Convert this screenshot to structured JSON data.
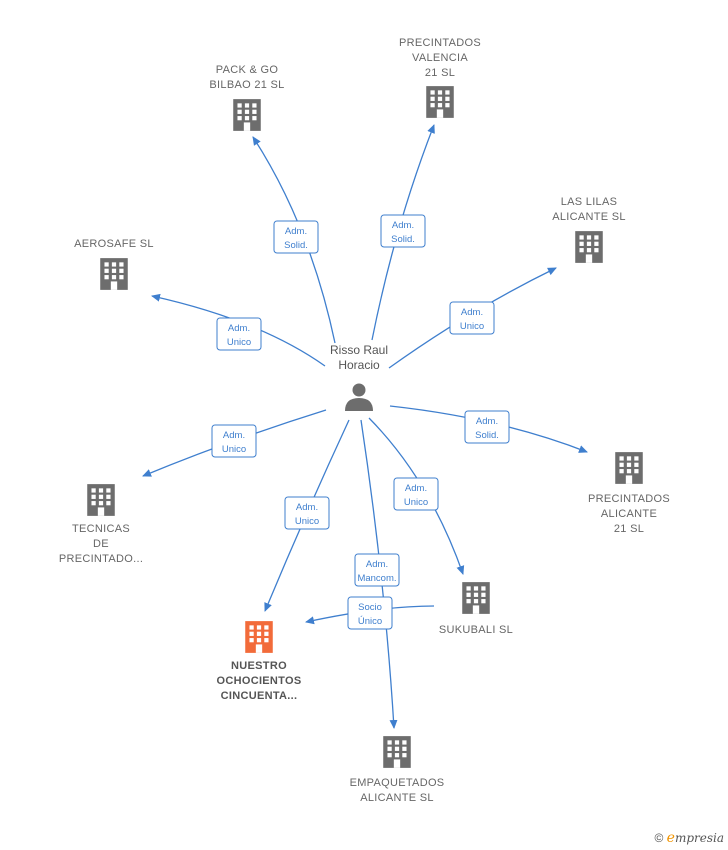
{
  "person": {
    "name_lines": [
      "Risso Raul",
      "Horacio"
    ],
    "icon": "person-icon"
  },
  "colors": {
    "edge": "#3f7fce",
    "company": "#6d6d6d",
    "highlight": "#f26b3a"
  },
  "companies": [
    {
      "id": "pack-go",
      "lines": [
        "PACK & GO",
        "BILBAO 21  SL"
      ],
      "highlight": false,
      "edge_label": [
        "Adm.",
        "Solid."
      ]
    },
    {
      "id": "precintados-valencia",
      "lines": [
        "PRECINTADOS",
        "VALENCIA",
        "21  SL"
      ],
      "highlight": false,
      "edge_label": [
        "Adm.",
        "Solid."
      ]
    },
    {
      "id": "las-lilas",
      "lines": [
        "LAS LILAS",
        "ALICANTE  SL"
      ],
      "highlight": false,
      "edge_label": [
        "Adm.",
        "Unico"
      ]
    },
    {
      "id": "aerosafe",
      "lines": [
        "AEROSAFE  SL"
      ],
      "highlight": false,
      "edge_label": [
        "Adm.",
        "Unico"
      ]
    },
    {
      "id": "precintados-alicante",
      "lines": [
        "PRECINTADOS",
        "ALICANTE",
        "21  SL"
      ],
      "highlight": false,
      "edge_label": [
        "Adm.",
        "Solid."
      ]
    },
    {
      "id": "tecnicas",
      "lines": [
        "TECNICAS",
        "DE",
        "PRECINTADO..."
      ],
      "highlight": false,
      "edge_label": [
        "Adm.",
        "Unico"
      ]
    },
    {
      "id": "sukubali",
      "lines": [
        "SUKUBALI  SL"
      ],
      "highlight": false,
      "edge_label": [
        "Adm.",
        "Unico"
      ]
    },
    {
      "id": "nuestro",
      "lines": [
        "NUESTRO",
        "OCHOCIENTOS",
        "CINCUENTA..."
      ],
      "highlight": true,
      "edge_label": [
        "Adm.",
        "Unico"
      ]
    },
    {
      "id": "empaquetados",
      "lines": [
        "EMPAQUETADOS",
        "ALICANTE  SL"
      ],
      "highlight": false,
      "edge_label": [
        "Adm.",
        "Mancom."
      ]
    }
  ],
  "extra_edges": [
    {
      "from": "sukubali",
      "to": "nuestro",
      "label": [
        "Socio",
        "Único"
      ]
    }
  ],
  "footer": {
    "copyright": "©",
    "brand_first": "e",
    "brand_rest": "mpresia"
  }
}
